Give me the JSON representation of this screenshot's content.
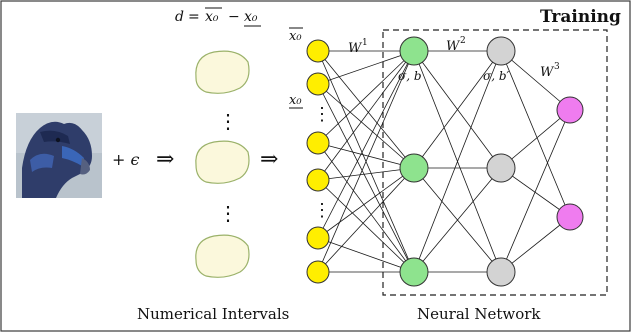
{
  "labels": {
    "title": "Training",
    "formula_lhs": "d",
    "formula_eq": "=",
    "formula_x0_upper": "x₀",
    "formula_minus": "−",
    "formula_x0_lower": "x₀",
    "input_upper_label": "x₀",
    "input_lower_label": "x₀",
    "weight_1": "W",
    "weight_1_sup": "1",
    "weight_2": "W",
    "weight_2_sup": "2",
    "weight_3": "W",
    "weight_3_sup": "3",
    "layer1_params": "σ, b",
    "layer2_params": "σ, b′",
    "plus_epsilon": "+ ϵ",
    "arrow_1": "⇒",
    "arrow_2": "⇒",
    "vdots": "⋮",
    "bottom_left": "Numerical Intervals",
    "bottom_right": "Neural Network"
  },
  "colors": {
    "input_node": "#ffee00",
    "hidden1_node": "#8ee38e",
    "hidden2_node": "#d3d3d3",
    "output_node": "#ef7cef",
    "interval_fill": "#fbf8dc",
    "interval_stroke": "#9bb26a",
    "frame_stroke": "#3b3b3b",
    "text": "#111111",
    "edge": "#1a1a1a"
  }
}
